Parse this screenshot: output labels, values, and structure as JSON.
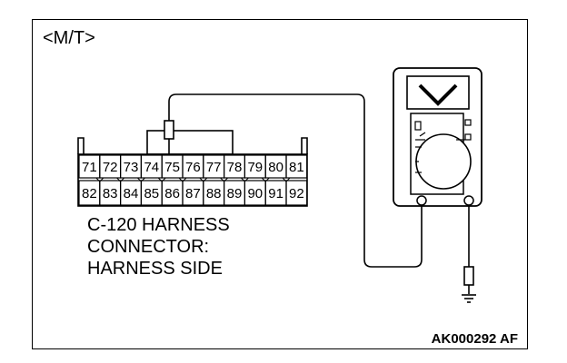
{
  "figure": {
    "variant_label": "<M/T>",
    "caption_lines": [
      "C-120 HARNESS",
      "CONNECTOR:",
      "HARNESS SIDE"
    ],
    "figure_code": "AK000292 AF"
  },
  "connector": {
    "row1_pins": [
      "71",
      "72",
      "73",
      "74",
      "75",
      "76",
      "77",
      "78",
      "79",
      "80",
      "81"
    ],
    "row2_pins": [
      "82",
      "83",
      "84",
      "85",
      "86",
      "87",
      "88",
      "89",
      "90",
      "91",
      "92"
    ],
    "probed_pin": "75"
  },
  "meter": {
    "mode_symbol": "voltage-V"
  }
}
